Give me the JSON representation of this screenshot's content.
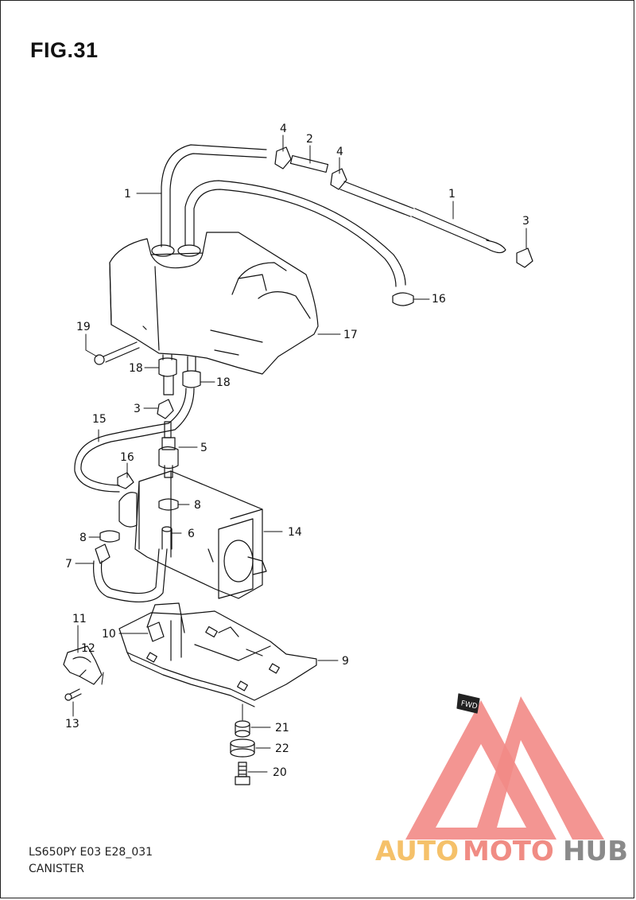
{
  "figure": {
    "title": "FIG.31",
    "code": "LS650PY E03 E28_031",
    "name": "CANISTER"
  },
  "callouts": [
    {
      "id": "c1a",
      "label": "1"
    },
    {
      "id": "c1b",
      "label": "1"
    },
    {
      "id": "c2",
      "label": "2"
    },
    {
      "id": "c3a",
      "label": "3"
    },
    {
      "id": "c3b",
      "label": "3"
    },
    {
      "id": "c4a",
      "label": "4"
    },
    {
      "id": "c4b",
      "label": "4"
    },
    {
      "id": "c5",
      "label": "5"
    },
    {
      "id": "c6",
      "label": "6"
    },
    {
      "id": "c7",
      "label": "7"
    },
    {
      "id": "c8a",
      "label": "8"
    },
    {
      "id": "c8b",
      "label": "8"
    },
    {
      "id": "c9",
      "label": "9"
    },
    {
      "id": "c10",
      "label": "10"
    },
    {
      "id": "c11",
      "label": "11"
    },
    {
      "id": "c12",
      "label": "12"
    },
    {
      "id": "c13",
      "label": "13"
    },
    {
      "id": "c14",
      "label": "14"
    },
    {
      "id": "c15",
      "label": "15"
    },
    {
      "id": "c16a",
      "label": "16"
    },
    {
      "id": "c16b",
      "label": "16"
    },
    {
      "id": "c17",
      "label": "17"
    },
    {
      "id": "c18a",
      "label": "18"
    },
    {
      "id": "c18b",
      "label": "18"
    },
    {
      "id": "c19",
      "label": "19"
    },
    {
      "id": "c20",
      "label": "20"
    },
    {
      "id": "c21",
      "label": "21"
    },
    {
      "id": "c22",
      "label": "22"
    }
  ],
  "direction_tag": "FWD",
  "watermark": {
    "parts": [
      "AUTO",
      "MOTO",
      "HUB"
    ],
    "colors": {
      "auto": "#f5c16a",
      "moto": "#f08c84",
      "hub": "#8a8a8a",
      "logo": "#f28a86"
    }
  }
}
